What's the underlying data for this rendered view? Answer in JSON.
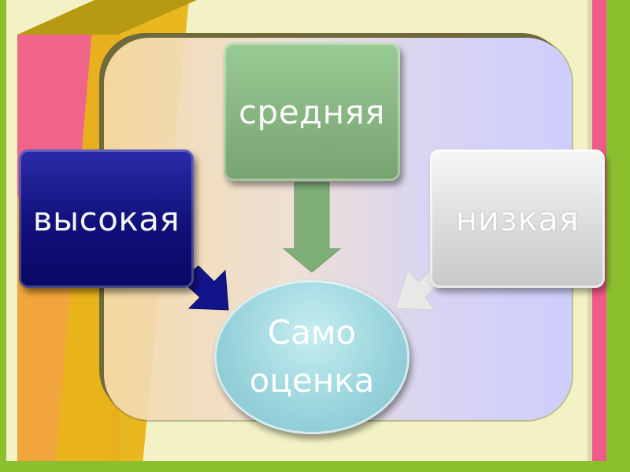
{
  "diagram": {
    "nodes": {
      "high": "высокая",
      "medium": "средняя",
      "low": "низкая",
      "center_line1": "Само",
      "center_line2": "оценка"
    }
  },
  "colors": {
    "high": "#10107a",
    "medium": "#85b27f",
    "low": "#dcdcdc",
    "center": "#9ad4dc",
    "panel": "#d6d2f6"
  }
}
